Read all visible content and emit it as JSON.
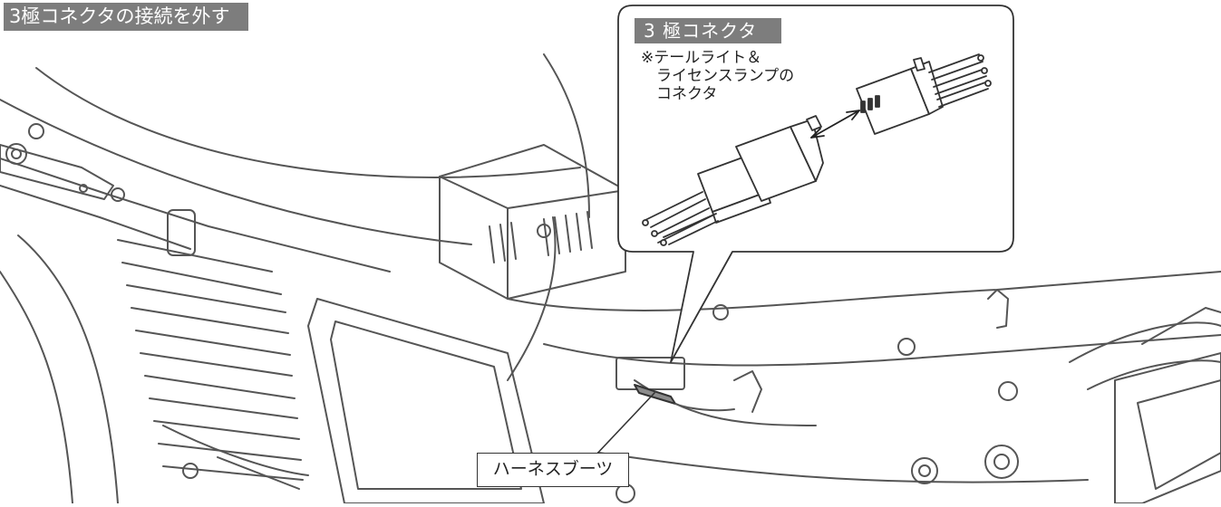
{
  "title": "3極コネクタの接続を外す",
  "callout": {
    "heading": "3 極コネクタ",
    "note": "※テールライト＆\n　ライセンスランプの\n　コネクタ"
  },
  "labels": {
    "harness_boot": "ハーネスブーツ"
  },
  "colors": {
    "line": "#555555",
    "tag_fill": "#7d7d7d",
    "tag_text": "#ffffff",
    "highlight_part": "#8c8c8c"
  }
}
